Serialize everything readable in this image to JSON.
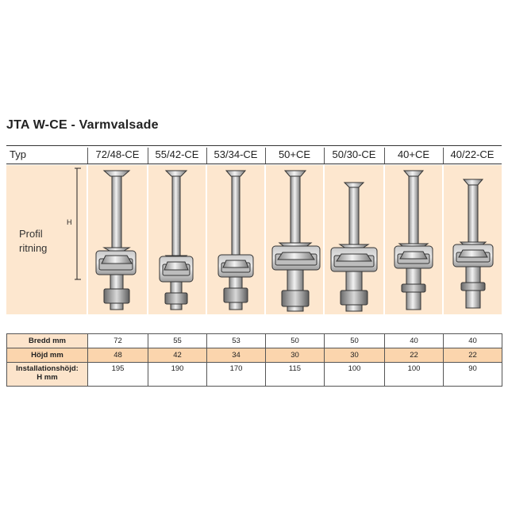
{
  "title": "JTA W-CE - Varmvalsade",
  "header": {
    "type_label": "Typ",
    "columns": [
      "72/48-CE",
      "55/42-CE",
      "53/34-CE",
      "50+CE",
      "50/30-CE",
      "40+CE",
      "40/22-CE"
    ]
  },
  "panel": {
    "label_line1": "Profil",
    "label_line2": "ritning",
    "dimension_label": "H"
  },
  "table": {
    "rows": [
      {
        "label": "Bredd mm",
        "values": [
          "72",
          "55",
          "53",
          "50",
          "50",
          "40",
          "40"
        ]
      },
      {
        "label": "Höjd mm",
        "values": [
          "48",
          "42",
          "34",
          "30",
          "30",
          "22",
          "22"
        ]
      },
      {
        "label_line1": "Installationshöjd:",
        "label_line2": "H mm",
        "values": [
          "195",
          "190",
          "170",
          "115",
          "100",
          "100",
          "90"
        ]
      }
    ]
  },
  "colors": {
    "panel_bg": "#fde7cf",
    "row_accent": "#fbd5ad",
    "metal_light": "#e6e6e6",
    "metal_dark": "#6f6f6f"
  }
}
